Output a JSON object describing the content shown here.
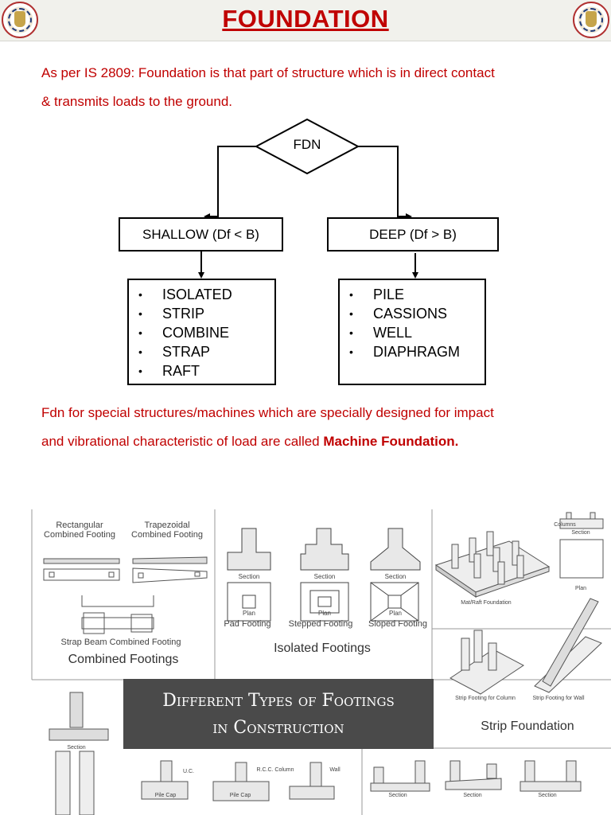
{
  "header": {
    "title": "FOUNDATION"
  },
  "intro": {
    "line1": "As per IS 2809: Foundation is that part of structure which is in direct contact",
    "line2": "& transmits loads to the ground."
  },
  "flowchart": {
    "root": "FDN",
    "shallow": {
      "label": "SHALLOW (Df < B)",
      "items": [
        "ISOLATED",
        "STRIP",
        "COMBINE",
        "STRAP",
        "RAFT"
      ]
    },
    "deep": {
      "label": "DEEP (Df > B)",
      "items": [
        "PILE",
        "CASSIONS",
        "WELL",
        "DIAPHRAGM"
      ]
    },
    "bullet": "•"
  },
  "machine": {
    "line1": "Fdn for special structures/machines which are specially designed for impact",
    "line2_prefix": "and vibrational characteristic of load are called ",
    "line2_bold": "Machine Foundation."
  },
  "collage": {
    "combined": {
      "rect_label": "Rectangular Combined Footing",
      "trap_label": "Trapezoidal Combined Footing",
      "strap_label": "Strap Beam Combined Footing",
      "caption": "Combined Footings"
    },
    "isolated": {
      "section": "Section",
      "plan": "Plan",
      "pad": "Pad Footing",
      "stepped": "Stepped Footing",
      "sloped": "Sloped Footing",
      "caption": "Isolated Footings"
    },
    "raft": {
      "columns": "Columns",
      "raft_label": "Mat/Raft Foundation",
      "section": "Section",
      "plan": "Plan"
    },
    "strip": {
      "col_label": "Strip Footing for Column",
      "wall_label": "Strip Footing for Wall",
      "caption": "Strip Foundation"
    },
    "banner": {
      "line1": "Different Types of Footings",
      "line2": "in Construction"
    },
    "pile": {
      "section": "Section",
      "uc": "U.C.",
      "rcc": "R.C.C. Column",
      "wall": "Wall",
      "pile_cap1": "Pile Cap",
      "pile_cap2": "Pile Cap"
    },
    "strapfoot": {
      "section1": "Section",
      "section2": "Section",
      "section3": "Section"
    }
  }
}
